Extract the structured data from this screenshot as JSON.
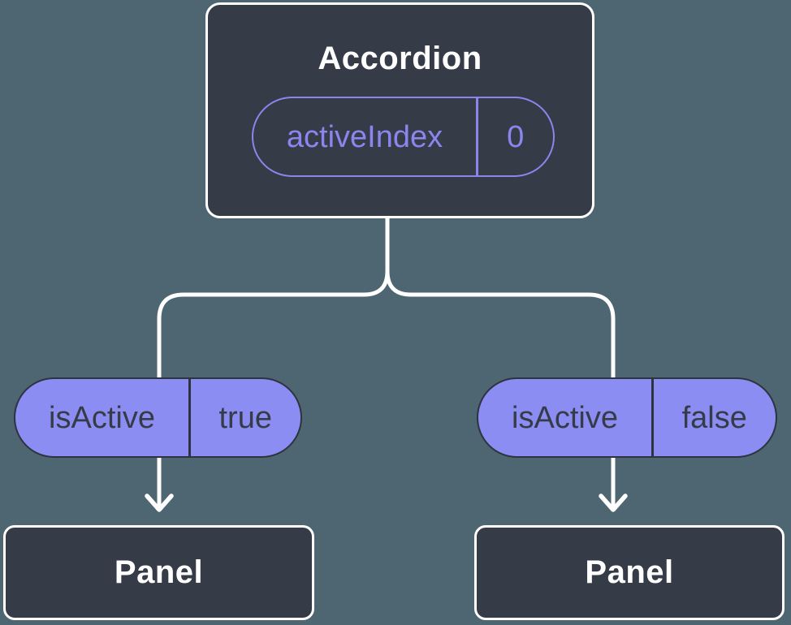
{
  "theme": {
    "bg": "#4d6671",
    "node-fill": "#353b47",
    "node-border": "#ffffff",
    "pill-fill": "#8c8df2",
    "pill-border": "#2d3440",
    "accent": "#8a86ee",
    "ink-dark": "#353b47",
    "ink-light": "#ffffff",
    "line": "#ffffff"
  },
  "diagram": {
    "root": {
      "title": "Accordion",
      "prop": {
        "name": "activeIndex",
        "value": "0"
      }
    },
    "branches": [
      {
        "state": {
          "name": "isActive",
          "value": "true"
        },
        "child": {
          "title": "Panel"
        }
      },
      {
        "state": {
          "name": "isActive",
          "value": "false"
        },
        "child": {
          "title": "Panel"
        }
      }
    ]
  }
}
